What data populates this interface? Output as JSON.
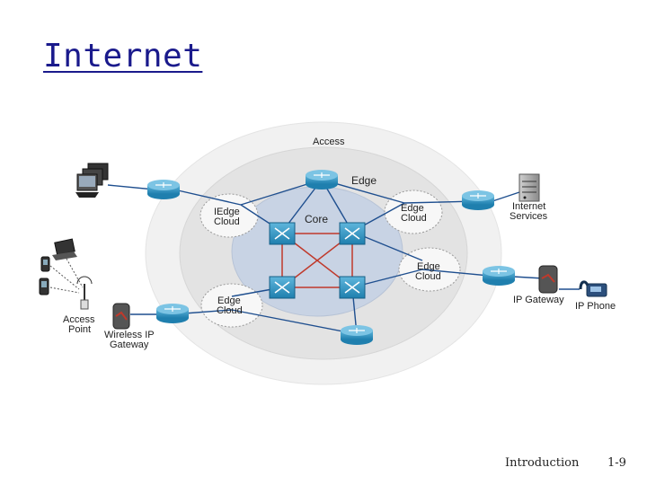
{
  "slide": {
    "title": "Internet"
  },
  "diagram": {
    "labels": {
      "access": "Access",
      "edge": "Edge",
      "core": "Core",
      "edge_cloud_top_left": [
        "IEdge",
        "Cloud"
      ],
      "edge_cloud_top_right": [
        "Edge",
        "Cloud"
      ],
      "edge_cloud_right": [
        "Edge",
        "Cloud"
      ],
      "edge_cloud_bottom_left": [
        "Edge",
        "Cloud"
      ],
      "internet_services": [
        "Internet",
        "Services"
      ],
      "ip_gateway": "IP Gateway",
      "ip_phone": "IP Phone",
      "access_point": [
        "Access",
        "Point"
      ],
      "wireless_ip_gateway": [
        "Wireless IP",
        "Gateway"
      ]
    },
    "colors": {
      "access_ring": "#f1f1f1",
      "edge_ring": "#e3e3e3",
      "core_ring": "#c8d3e4",
      "router": "#2e94bf",
      "switch": "#1f7fae",
      "link": "#1f4f8f",
      "core_link": "#c0392b"
    },
    "icons": [
      "router-icon",
      "core-switch-icon",
      "server-icon",
      "workstation-icon",
      "laptop-icon",
      "pda-icon",
      "antenna-icon",
      "ip-phone-icon"
    ]
  },
  "footer": {
    "section": "Introduction",
    "page": "1-9"
  }
}
